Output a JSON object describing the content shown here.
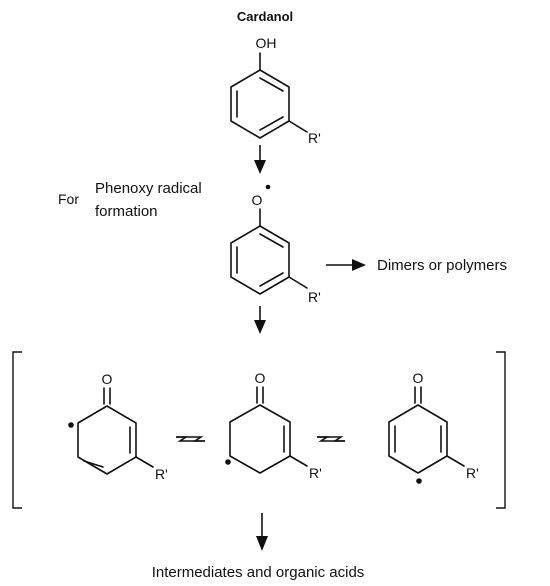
{
  "title": "Cardanol",
  "atoms": {
    "oh": "OH",
    "o_radical": "O",
    "o": "O",
    "r": "R'"
  },
  "side_note": {
    "prefix": "For",
    "line1": "Phenoxy radical",
    "line2": "formation"
  },
  "side_product": "Dimers or polymers",
  "final_product": "Intermediates and organic acids"
}
